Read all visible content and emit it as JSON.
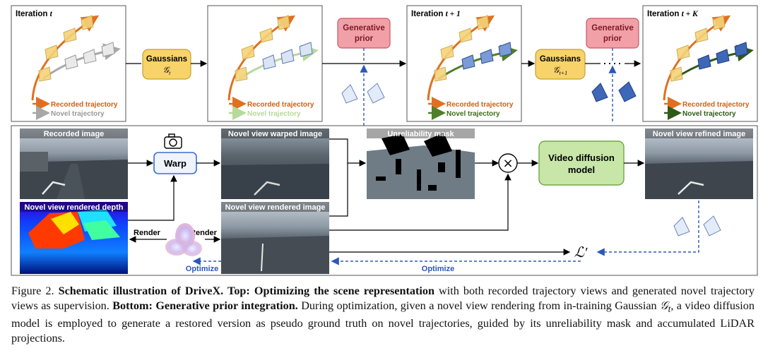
{
  "top": {
    "panels": [
      {
        "title_prefix": "Iteration ",
        "title_var": "t",
        "recorded": "Recorded trajectory",
        "novel": "Novel trajectory"
      },
      {
        "recorded": "Recorded trajectory",
        "novel": "Novel trajectory"
      },
      {
        "title_prefix": "Iteration ",
        "title_var": "t + 1",
        "recorded": "Recorded trajectory",
        "novel": "Novel trajectory"
      },
      {
        "title_prefix": "Iteration ",
        "title_var": "t + K",
        "recorded": "Recorded trajectory",
        "novel": "Novel trajectory"
      }
    ],
    "gaussians_1": {
      "label": "Gaussians",
      "math": "𝒢",
      "sub": "t"
    },
    "gaussians_2": {
      "label": "Gaussians",
      "math": "𝒢",
      "sub": "t+1"
    },
    "prior_1": {
      "line1": "Generative",
      "line2": "prior"
    },
    "prior_2": {
      "line1": "Generative",
      "line2": "prior"
    }
  },
  "bottom": {
    "recorded_image": "Recorded image",
    "depth": "Novel view rendered depth",
    "warp": "Warp",
    "warped": "Novel view warped image",
    "mask": "Unreliability mask",
    "rendered": "Novel view rendered image",
    "vdm_line1": "Video diffusion",
    "vdm_line2": "model",
    "refined": "Novel view refined image",
    "render_1": "Render",
    "render_2": "Render",
    "optimize_1": "Optimize",
    "optimize_2": "Optimize",
    "loss": "ℒ′",
    "multiply": "×"
  },
  "colors": {
    "recorded": "#e07020",
    "novel_gray": "#a0a0a0",
    "novel_green": "#4f7f2a",
    "gaussians_fill": "#f7d36a",
    "prior_fill": "#f2a0a8",
    "warp_border": "#3a6fd0",
    "vdm_fill": "#c8e6a8",
    "dashed_blue": "#2b58b8"
  },
  "caption": {
    "fig": "Figure 2. ",
    "b1": "Schematic illustration of DriveX. Top: Optimizing the scene representation",
    "t1": " with both recorded trajectory views and generated novel trajectory views as supervision. ",
    "b2": "Bottom: Generative prior integration.",
    "t2": " During optimization, given a novel view rendering from in-training Gaussian ",
    "math": "𝒢",
    "sub": "t",
    "t3": ", a video diffusion model is employed to generate a restored version as pseudo ground truth on novel trajectories, guided by its unreliability mask and accumulated LiDAR projections."
  }
}
